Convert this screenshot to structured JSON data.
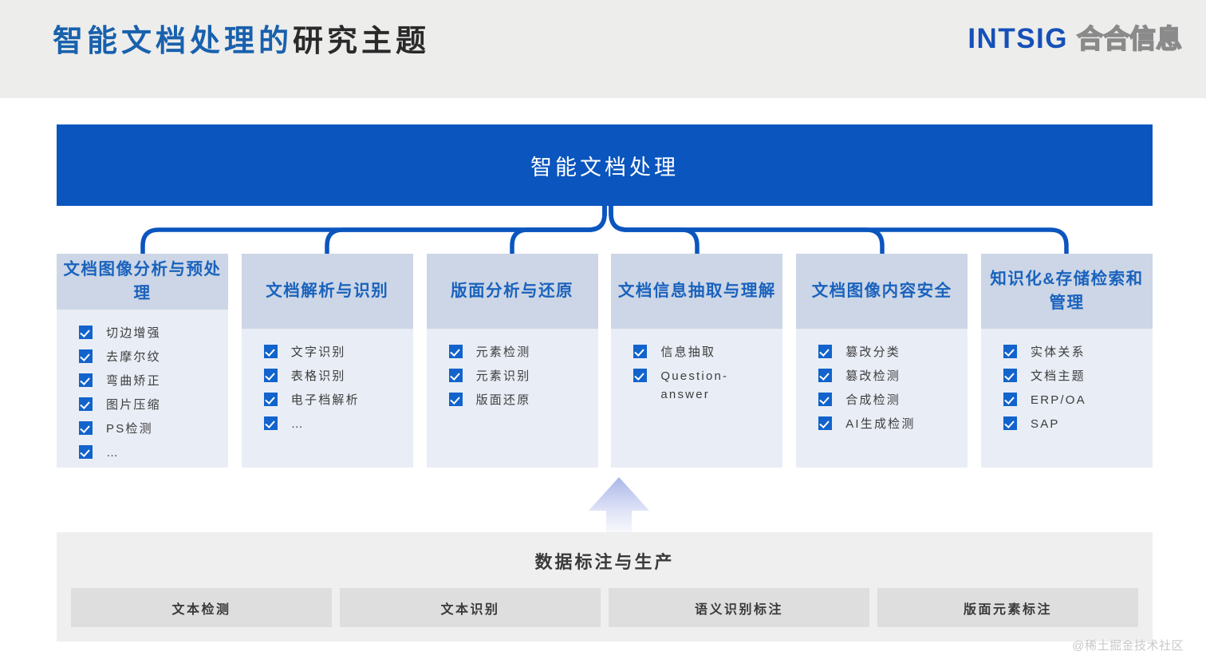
{
  "header": {
    "title_blue": "智能文档处理的",
    "title_dark": "研究主题",
    "logo_en": "INTSIG",
    "logo_cn": "合合信息",
    "accent_blue": "#0a55be",
    "title_blue_color": "#1861ad",
    "logo_blue": "#1650b8"
  },
  "banner": {
    "label": "智能文档处理"
  },
  "columns": [
    {
      "title": "文档图像分析与预处理",
      "items": [
        "切边增强",
        "去摩尔纹",
        "弯曲矫正",
        "图片压缩",
        "PS检测",
        "…"
      ]
    },
    {
      "title": "文档解析与识别",
      "items": [
        "文字识别",
        "表格识别",
        "电子档解析",
        "…"
      ]
    },
    {
      "title": "版面分析与还原",
      "items": [
        "元素检测",
        "元素识别",
        "版面还原"
      ]
    },
    {
      "title": "文档信息抽取与理解",
      "items": [
        "信息抽取",
        "Question-answer"
      ]
    },
    {
      "title": "文档图像内容安全",
      "items": [
        "篡改分类",
        "篡改检测",
        "合成检测",
        "AI生成检测"
      ]
    },
    {
      "title": "知识化&存储检索和管理",
      "items": [
        "实体关系",
        "文档主题",
        "ERP/OA",
        "SAP"
      ]
    }
  ],
  "bottom": {
    "title": "数据标注与生产",
    "cells": [
      "文本检测",
      "文本识别",
      "语义识别标注",
      "版面元素标注"
    ]
  },
  "watermark": {
    "text": "@稀土掘金技术社区"
  }
}
